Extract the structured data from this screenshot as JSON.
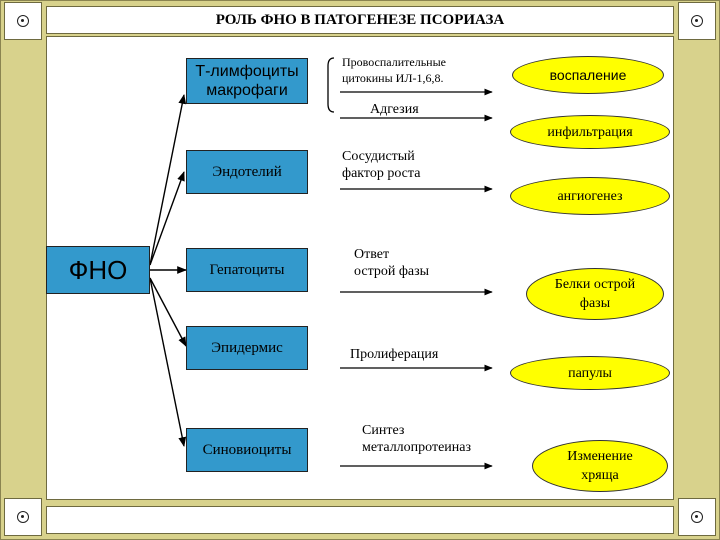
{
  "title": "РОЛЬ ФНО В ПАТОГЕНЕЗЕ ПСОРИАЗА",
  "source": "ФНО",
  "cells": [
    {
      "id": "t-cells",
      "lines": [
        "Т-лимфоциты",
        "макрофаги"
      ]
    },
    {
      "id": "endothelium",
      "lines": [
        "Эндотелий"
      ]
    },
    {
      "id": "hepatocytes",
      "lines": [
        "Гепатоциты"
      ]
    },
    {
      "id": "epidermis",
      "lines": [
        "Эпидермис"
      ]
    },
    {
      "id": "synoviocytes",
      "lines": [
        "Синовиоциты"
      ]
    }
  ],
  "mediators": [
    {
      "id": "cytokines",
      "lines": [
        "Провоспалительные",
        "цитокины ИЛ-1,6,8."
      ]
    },
    {
      "id": "adhesion",
      "lines": [
        "Адгезия"
      ]
    },
    {
      "id": "growth-factor",
      "lines": [
        "Сосудистый",
        "фактор роста"
      ]
    },
    {
      "id": "acute-phase-response",
      "lines": [
        "Ответ",
        "острой фазы"
      ]
    },
    {
      "id": "proliferation",
      "lines": [
        "Пролиферация"
      ]
    },
    {
      "id": "mmp-synthesis",
      "lines": [
        "Синтез",
        "металлопротеиназ"
      ]
    }
  ],
  "effects": [
    {
      "id": "inflammation",
      "lines": [
        "воспаление"
      ]
    },
    {
      "id": "infiltration",
      "lines": [
        "инфильтрация"
      ]
    },
    {
      "id": "angiogenesis",
      "lines": [
        "ангиогенез"
      ]
    },
    {
      "id": "acute-phase-proteins",
      "lines": [
        "Белки острой",
        "фазы"
      ]
    },
    {
      "id": "papules",
      "lines": [
        "папулы"
      ]
    },
    {
      "id": "cartilage-change",
      "lines": [
        "Изменение",
        "хряща"
      ]
    }
  ],
  "colors": {
    "frame": "#d8d28c",
    "box": "#3399cc",
    "ellipse": "#ffff00"
  }
}
